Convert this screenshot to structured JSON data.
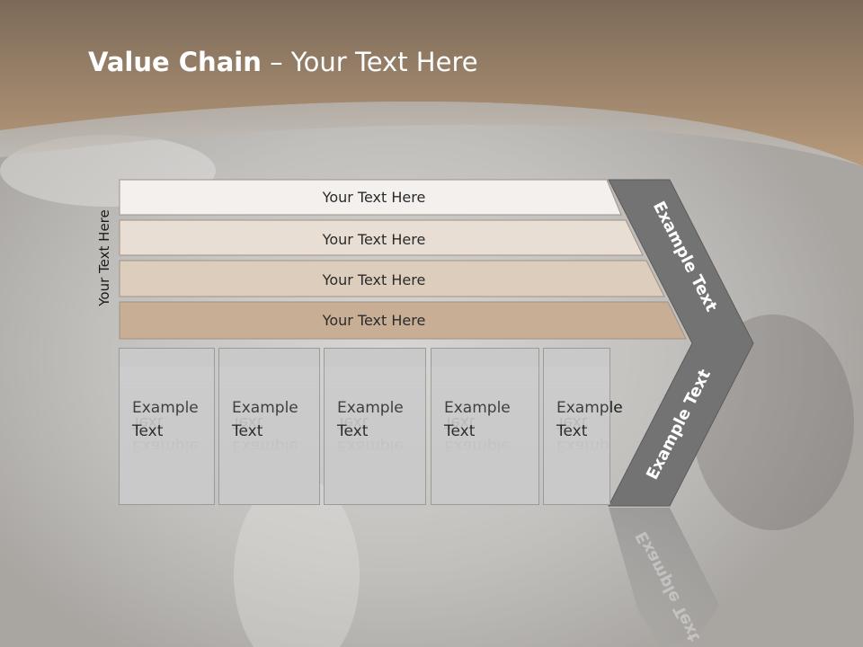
{
  "slide": {
    "title_bold": "Value Chain",
    "title_rest": " – Your Text Here",
    "side_label": "Your Text Here"
  },
  "bars": [
    {
      "label": "Your Text Here",
      "color": "#f3f0ed"
    },
    {
      "label": "Your Text Here",
      "color": "#e8ded3"
    },
    {
      "label": "Your Text Here",
      "color": "#dccdbc"
    },
    {
      "label": "Your Text Here",
      "color": "#c8ae94"
    }
  ],
  "cells": [
    {
      "text": "Example\nText"
    },
    {
      "text": "Example\nText"
    },
    {
      "text": "Example\nText"
    },
    {
      "text": "Example\nText"
    },
    {
      "text": "Example\nText"
    }
  ],
  "chevron": {
    "upper_text": "Example Text",
    "lower_text": "Example Text",
    "color": "#737373"
  },
  "colors": {
    "header_brown": "#9c7f64",
    "background_gray": "#c9c7c4"
  }
}
